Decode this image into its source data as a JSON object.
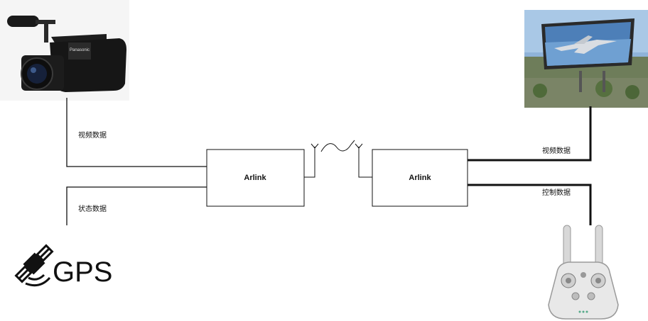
{
  "left_box": {
    "label": "Arlink"
  },
  "right_box": {
    "label": "Arlink"
  },
  "links": {
    "camera_video": "视频数据",
    "gps_status": "状态数据",
    "screen_video": "视频数据",
    "remote_control": "控制数据"
  },
  "devices": {
    "camera": {
      "icon": "video-camera-icon",
      "brand_text": "Panasonic"
    },
    "gps": {
      "icon": "satellite-icon",
      "text": "GPS"
    },
    "screen": {
      "icon": "billboard-screen-icon"
    },
    "remote": {
      "icon": "remote-controller-icon"
    }
  }
}
